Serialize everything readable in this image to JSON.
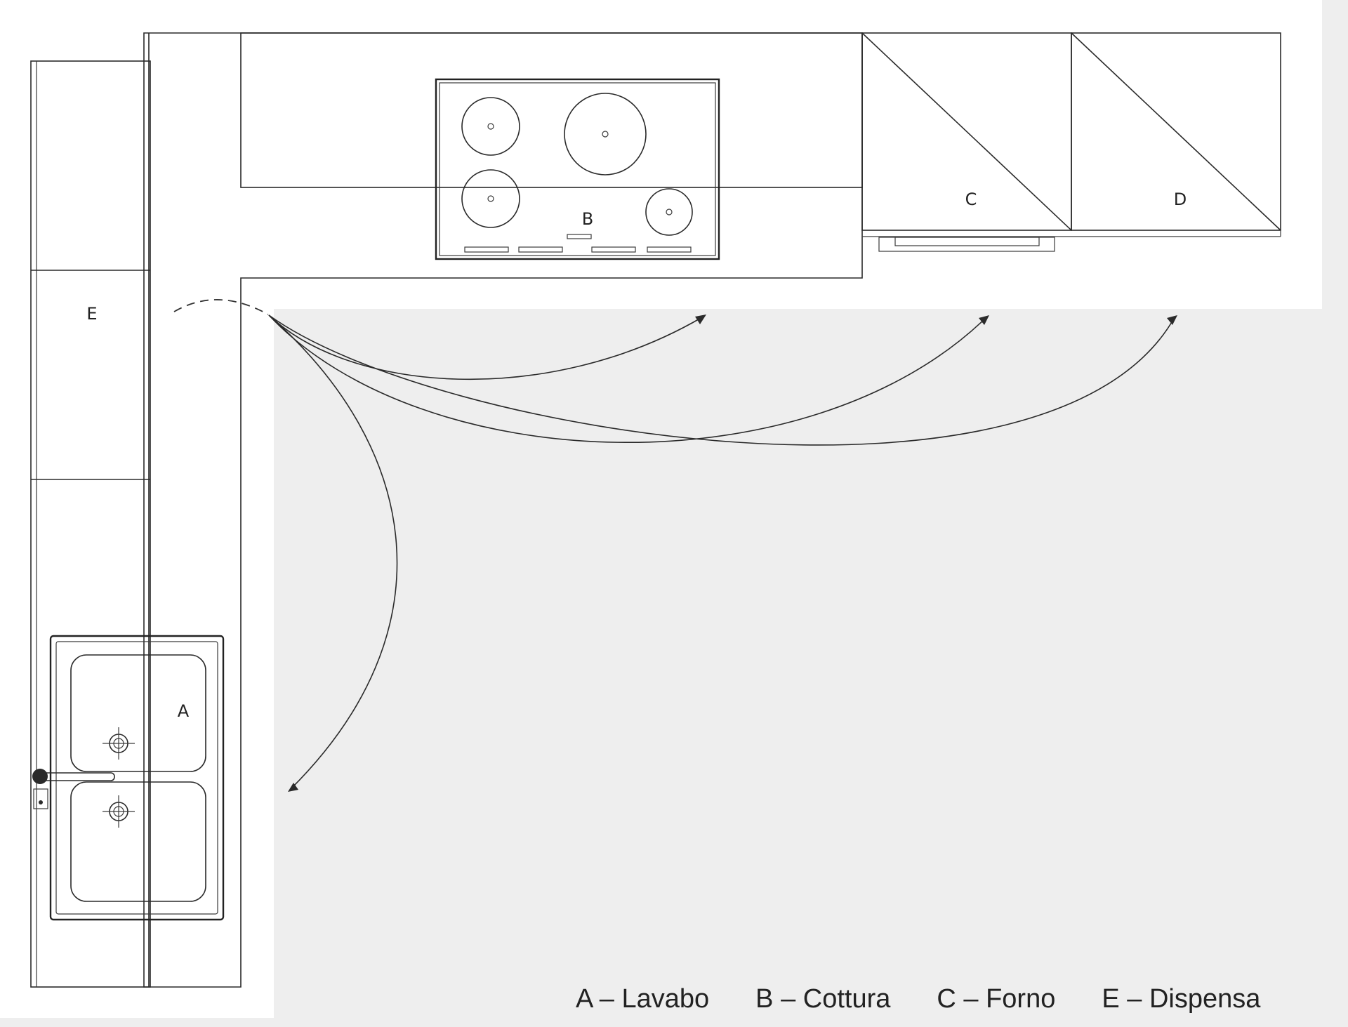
{
  "diagram": {
    "labels": {
      "A": "A",
      "B": "B",
      "C": "C",
      "D": "D",
      "E": "E"
    },
    "legend": [
      "A – Lavabo",
      "B – Cottura",
      "C – Forno",
      "E – Dispensa"
    ]
  },
  "colors": {
    "background": "#eeeeee",
    "counter": "#ffffff",
    "line": "#2a2a2a"
  },
  "icons": {
    "burner": "circle-burner-icon",
    "sink": "sink-basin-icon",
    "faucet": "faucet-icon",
    "arrow": "arrow-head-icon"
  }
}
